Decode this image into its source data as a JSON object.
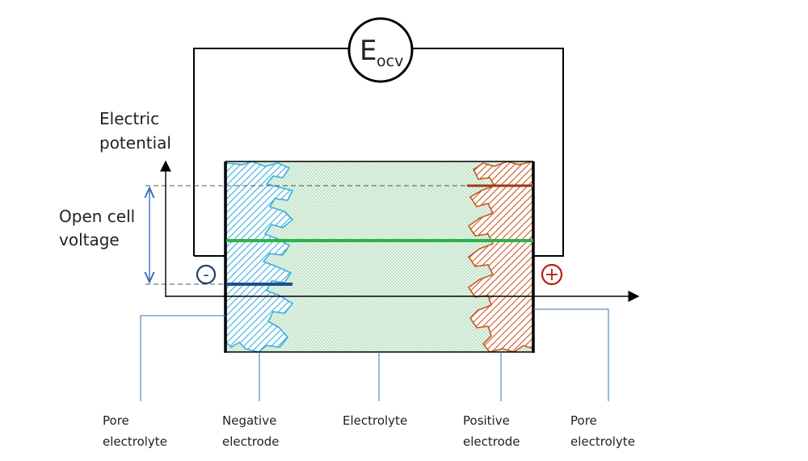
{
  "source": {
    "symbol_main": "E",
    "symbol_sub": "ocv"
  },
  "axis": {
    "label_line1": "Electric",
    "label_line2": "potential"
  },
  "voltage": {
    "label_line1": "Open cell",
    "label_line2": "voltage"
  },
  "terminals": {
    "negative": "-",
    "positive": "+"
  },
  "regions": [
    {
      "line1": "Pore",
      "line2": "electrolyte"
    },
    {
      "line1": "Negative",
      "line2": "electrode"
    },
    {
      "line1": "Electrolyte",
      "line2": ""
    },
    {
      "line1": "Positive",
      "line2": "electrode"
    },
    {
      "line1": "Pore",
      "line2": "electrolyte"
    }
  ],
  "colors": {
    "negative_electrode": "#3aaee0",
    "positive_electrode": "#c8581f",
    "electrolyte": "#8fcf9b",
    "electrolyte_potential_line": "#2bb34a",
    "negative_potential_line": "#1f4e8c",
    "positive_potential_line": "#a0361b",
    "leader_lines": "#3a70b8",
    "negative_terminal": "#1f3f6e",
    "positive_terminal": "#b0201a"
  }
}
